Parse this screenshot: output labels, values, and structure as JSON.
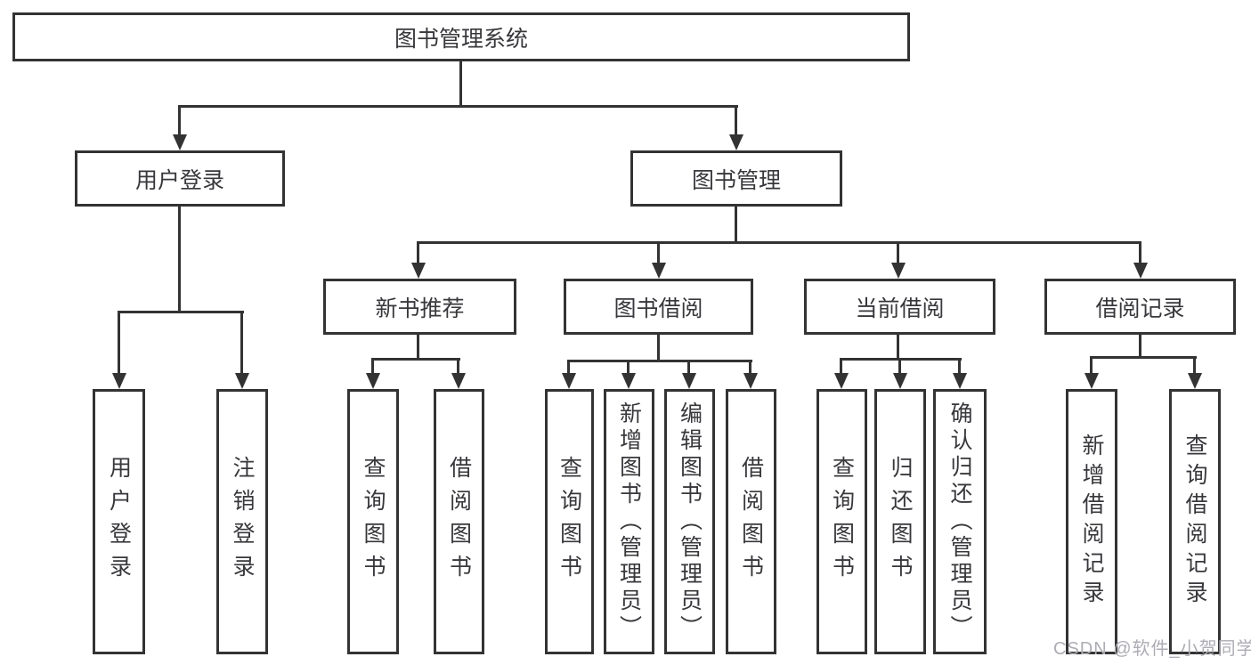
{
  "colors": {
    "line": "#333333",
    "text": "#38383c",
    "watermark": "#aeacb4",
    "bg": "#ffffff"
  },
  "nodes": {
    "root": "图书管理系统",
    "level2": {
      "user_login": "用户登录",
      "book_management": "图书管理"
    },
    "level3": {
      "new_book_recommend": "新书推荐",
      "book_borrowing": "图书借阅",
      "current_borrowing": "当前借阅",
      "borrowing_records": "借阅记录"
    },
    "leaves": {
      "user_login": [
        "用户登录",
        "注销登录"
      ],
      "new_book_recommend": [
        "查询图书",
        "借阅图书"
      ],
      "book_borrowing": [
        "查询图书",
        "新增图书（管理员）",
        "编辑图书（管理员）",
        "借阅图书"
      ],
      "current_borrowing": [
        "查询图书",
        "归还图书",
        "确认归还（管理员）"
      ],
      "borrowing_records": [
        "新增借阅记录",
        "查询借阅记录"
      ]
    }
  },
  "watermark": {
    "text": "CSDN @软件_小贺同学"
  }
}
